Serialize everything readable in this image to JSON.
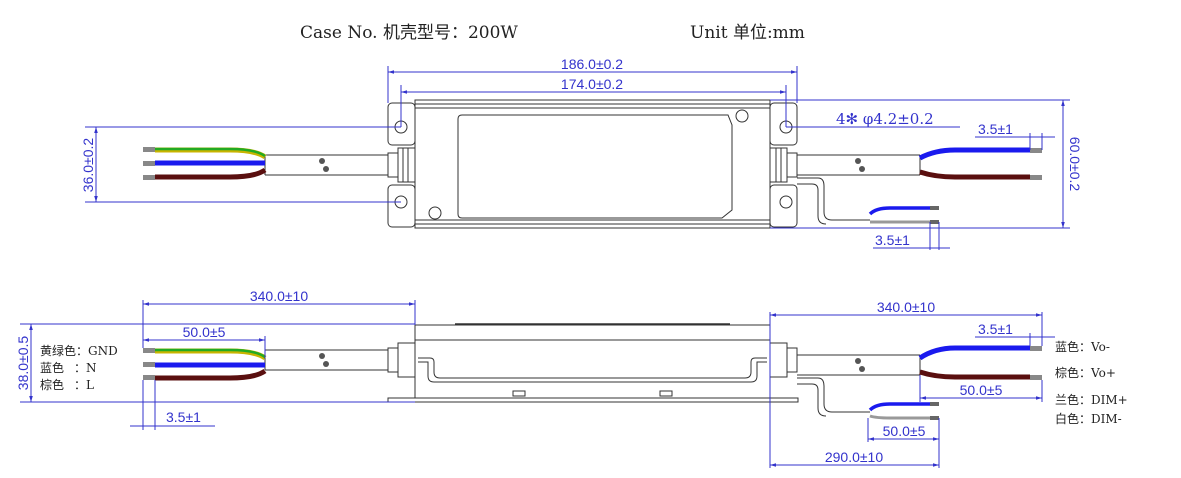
{
  "header": {
    "case_label": "Case No. 机壳型号：200W",
    "unit_label": "Unit 单位:mm"
  },
  "top_view": {
    "dim_overall_length": "186.0±0.2",
    "dim_mount_pitch": "174.0±0.2",
    "dim_hole": "4✻ φ4.2±0.2",
    "dim_mount_width": "36.0±0.2",
    "dim_overall_width": "60.0±0.2",
    "dim_strip_output": "3.5±1",
    "dim_strip_dim": "3.5±1"
  },
  "side_view": {
    "dim_height": "38.0±0.5",
    "dim_input_cable": "340.0±10",
    "dim_input_split": "50.0±5",
    "dim_input_strip": "3.5±1",
    "dim_output_cable": "340.0±10",
    "dim_output_strip": "3.5±1",
    "dim_output_split": "50.0±5",
    "dim_dim_split": "50.0±5",
    "dim_dim_cable": "290.0±10"
  },
  "input_legend": [
    {
      "color_name": "黄绿色",
      "sep": "：",
      "signal": "GND"
    },
    {
      "color_name": "蓝色",
      "sep": "：",
      "signal": "N"
    },
    {
      "color_name": "棕色",
      "sep": "：",
      "signal": "L"
    }
  ],
  "output_legend": [
    {
      "color_name": "蓝色",
      "sep": "：",
      "signal": "Vo-"
    },
    {
      "color_name": "棕色",
      "sep": "：",
      "signal": "Vo+"
    },
    {
      "color_name": "兰色",
      "sep": "：",
      "signal": "DIM+"
    },
    {
      "color_name": "白色",
      "sep": "：",
      "signal": "DIM-"
    }
  ],
  "colors": {
    "dimension": "#3333cc",
    "wire_green": "#22aa22",
    "wire_yellow": "#c8b400",
    "wire_blue": "#1a1aee",
    "wire_brown": "#5a0f0f",
    "outline": "#333333"
  }
}
